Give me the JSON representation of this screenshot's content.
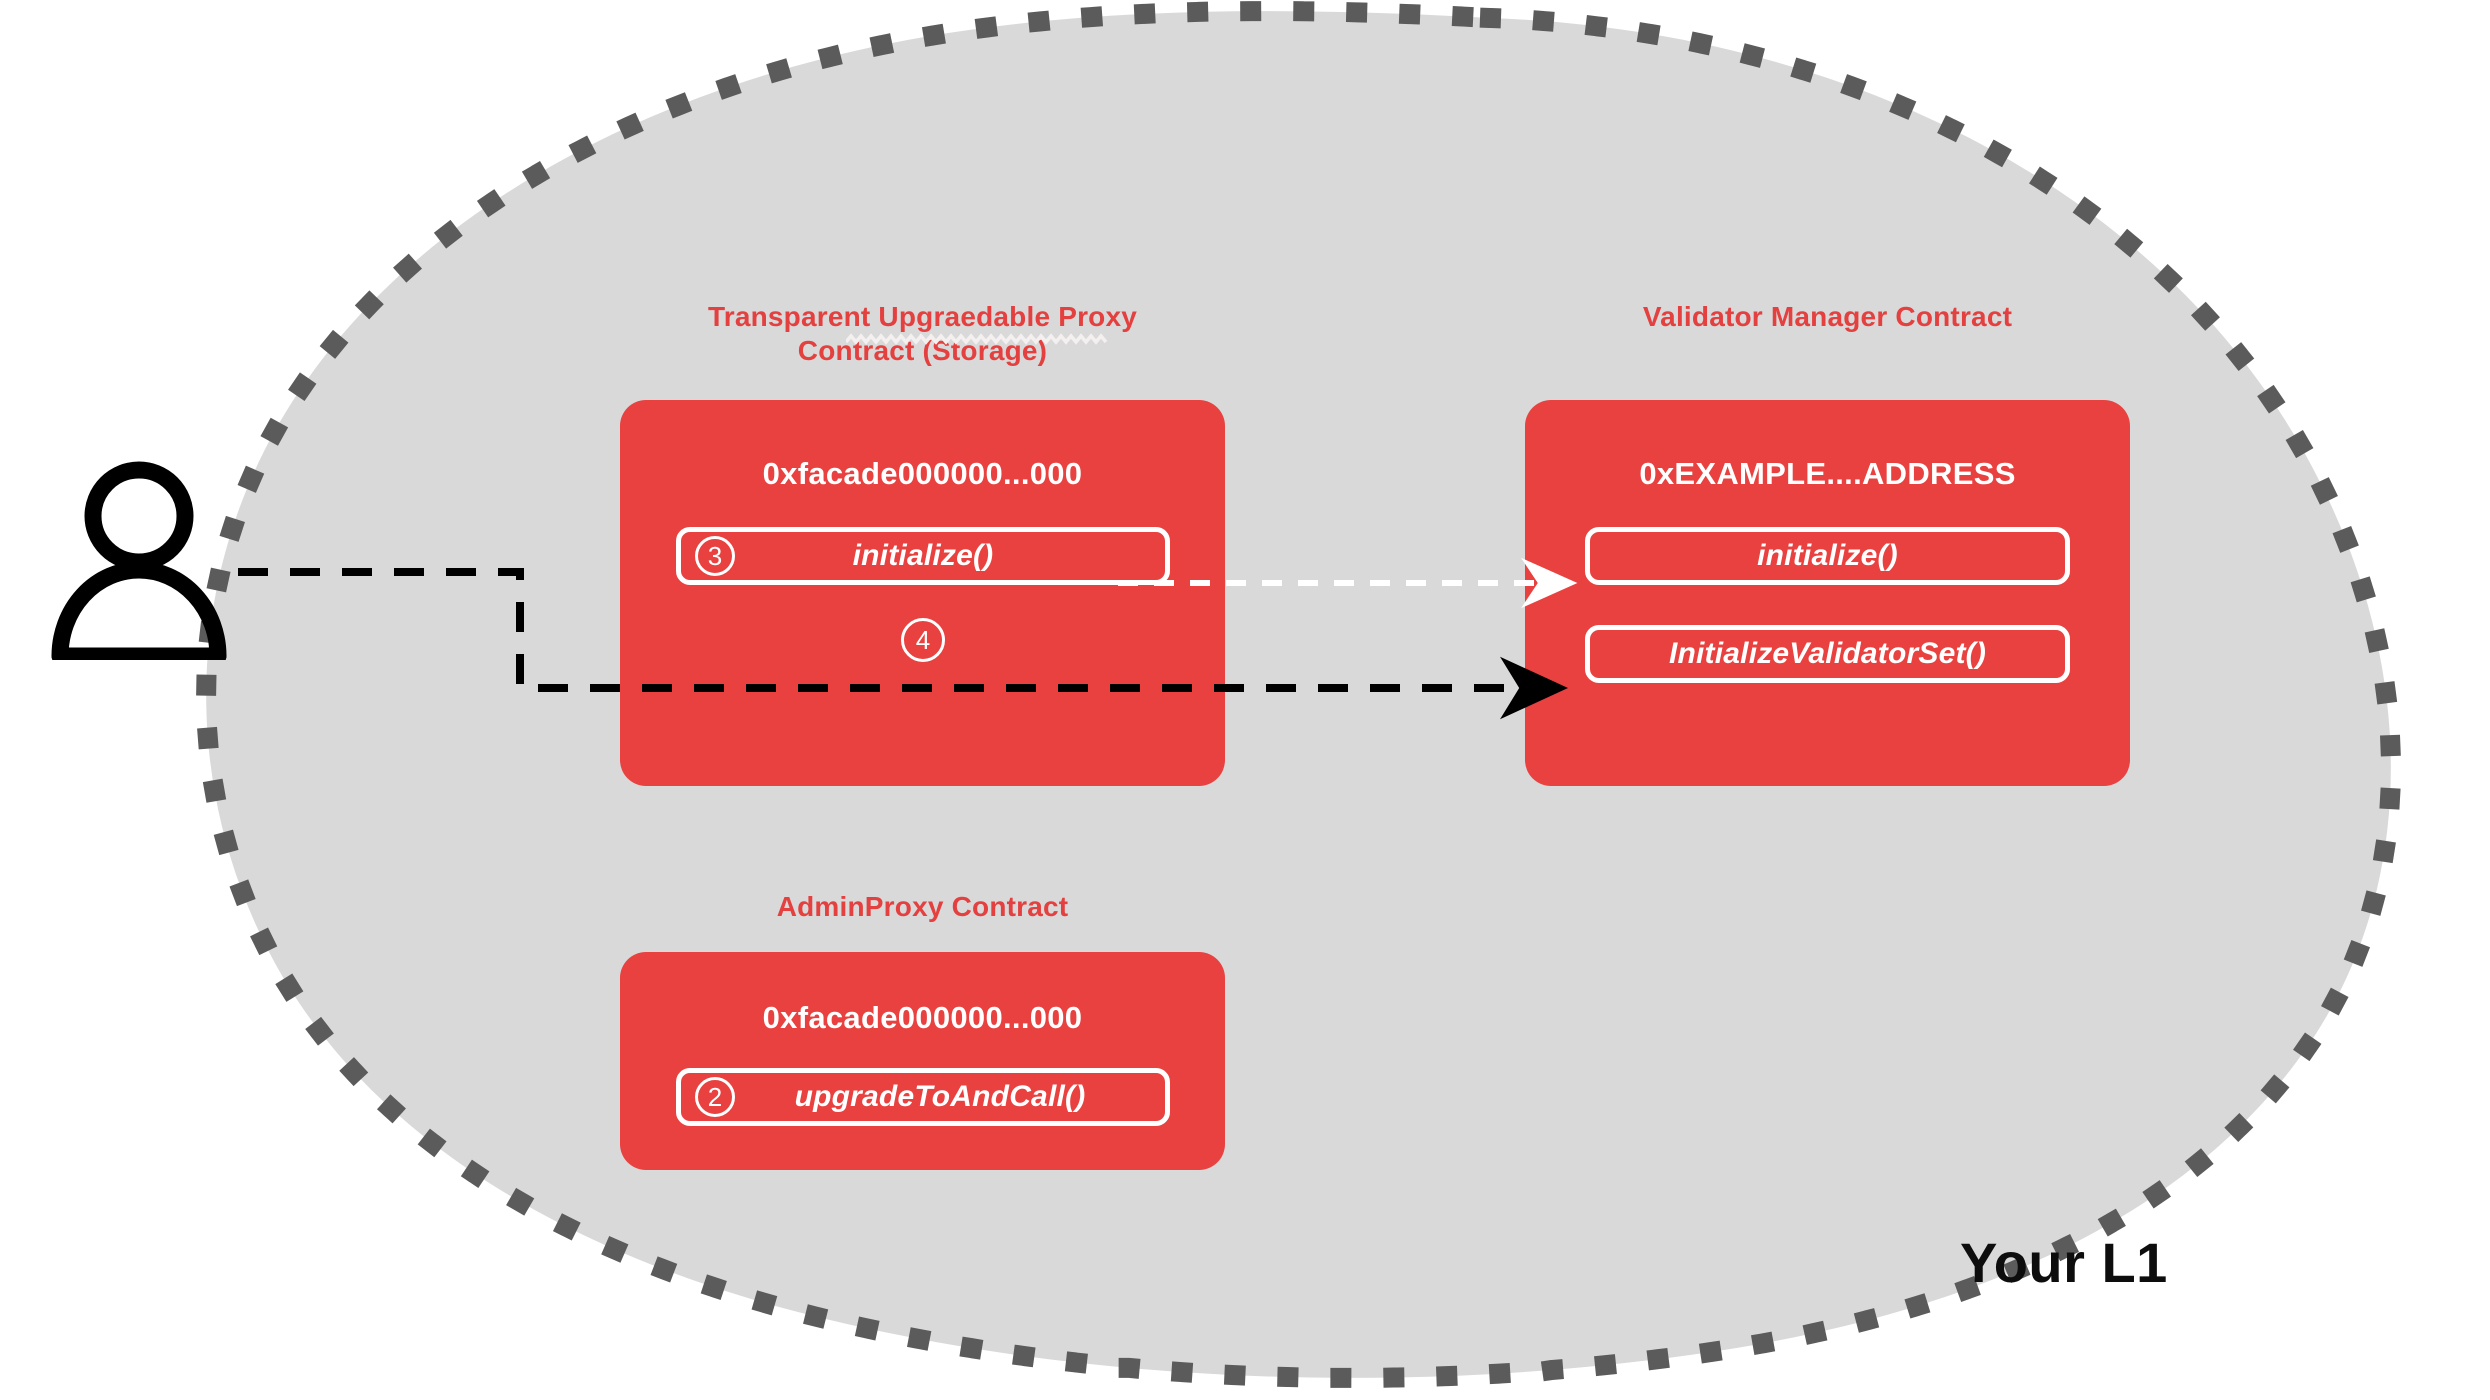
{
  "diagram": {
    "region_label": "Your L1",
    "actor": {
      "name": "user-actor",
      "icon": "person-icon"
    },
    "colors": {
      "contract_red": "#E8413F",
      "title_red": "#E3403F",
      "region_fill": "#D9D9D9",
      "region_border": "#5B5B5B",
      "text_white": "#FFFFFF",
      "arrow_black": "#000000"
    },
    "groups": [
      {
        "id": "transparent-upgradeable-proxy",
        "title": "Transparent Upgraedable Proxy\nContract (Storage)",
        "misspelled_word": "Upgraedable",
        "address": "0xfacade000000...000",
        "methods": [
          {
            "step": "3",
            "label": "initialize()"
          }
        ],
        "floating_steps": [
          {
            "step": "4"
          }
        ]
      },
      {
        "id": "validator-manager-contract",
        "title": "Validator Manager Contract",
        "address": "0xEXAMPLE....ADDRESS",
        "methods": [
          {
            "step": "",
            "label": "initialize()"
          },
          {
            "step": "",
            "label": "InitializeValidatorSet()"
          }
        ],
        "floating_steps": []
      },
      {
        "id": "adminproxy-contract",
        "title": "AdminProxy  Contract",
        "address": "0xfacade000000...000",
        "methods": [
          {
            "step": "2",
            "label": "upgradeToAndCall()"
          }
        ],
        "floating_steps": []
      }
    ],
    "connections": [
      {
        "id": "actor-to-initializevalidatorset",
        "from": "user-actor",
        "to": "InitializeValidatorSet()",
        "style": "dashed",
        "color": "#000000"
      },
      {
        "id": "proxy-initialize-to-vmc-initialize",
        "from": "initialize()",
        "to": "initialize()",
        "style": "dashed",
        "color": "#FFFFFF"
      }
    ]
  }
}
